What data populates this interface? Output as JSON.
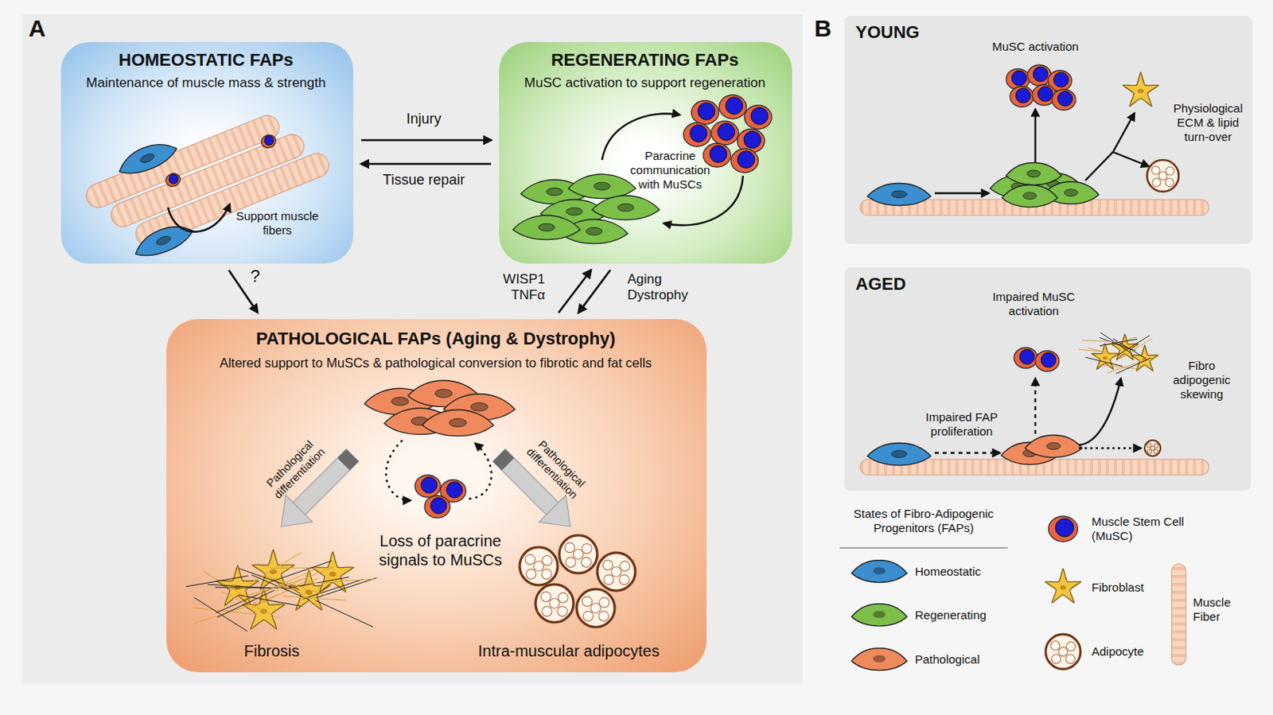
{
  "diagram": {
    "nodes": [
      {
        "text": [
          "HOMEOSTATIC FAPs",
          "Maintenance of muscle mass & strength",
          "Support muscle fibers"
        ]
      },
      {
        "text": [
          "REGENERATING FAPs",
          "MuSC activation to support regeneration",
          "Paracrine communication with MuSCs"
        ]
      },
      {
        "text": [
          "PATHOLOGICAL FAPs (Aging & Dystrophy)",
          "Altered support to MuSCs & pathological conversion to fibrotic and fat cells",
          "Pathological differentiation",
          "Pathological differentiation",
          "Loss of paracrine signals to MuSCs",
          "Fibrosis",
          "Intra-muscular adipocytes"
        ]
      },
      {
        "text": [
          "YOUNG",
          "MuSC activation",
          "Physiological ECM & lipid turn-over"
        ]
      },
      {
        "text": [
          "AGED",
          "Impaired MuSC activation",
          "Impaired FAP proliferation",
          "Fibro adipogenic skewing"
        ]
      }
    ],
    "edges": [
      {
        "from": 0,
        "to": 1,
        "label": "Injury",
        "arrow": "to"
      },
      {
        "from": 1,
        "to": 0,
        "label": "Tissue repair",
        "arrow": "to"
      },
      {
        "from": 0,
        "to": 2,
        "label": "?",
        "arrow": "to"
      },
      {
        "from": 2,
        "to": 1,
        "label": "WISP1 TNFα",
        "arrow": "to"
      },
      {
        "from": 1,
        "to": 2,
        "label": "Aging Dystrophy",
        "arrow": "to"
      }
    ],
    "labels": [
      "A",
      "B",
      "States of Fibro-Adipogenic Progenitors (FAPs)"
    ],
    "legend": [
      {
        "text": "Homeostatic",
        "color": "#3b8fd0"
      },
      {
        "text": "Regenerating",
        "color": "#7cc04a"
      },
      {
        "text": "Pathological",
        "color": "#f08a5d"
      },
      {
        "text": "Muscle Stem Cell (MuSC)"
      },
      {
        "text": "Fibroblast"
      },
      {
        "text": "Adipocyte"
      },
      {
        "text": "Muscle Fiber"
      }
    ]
  }
}
